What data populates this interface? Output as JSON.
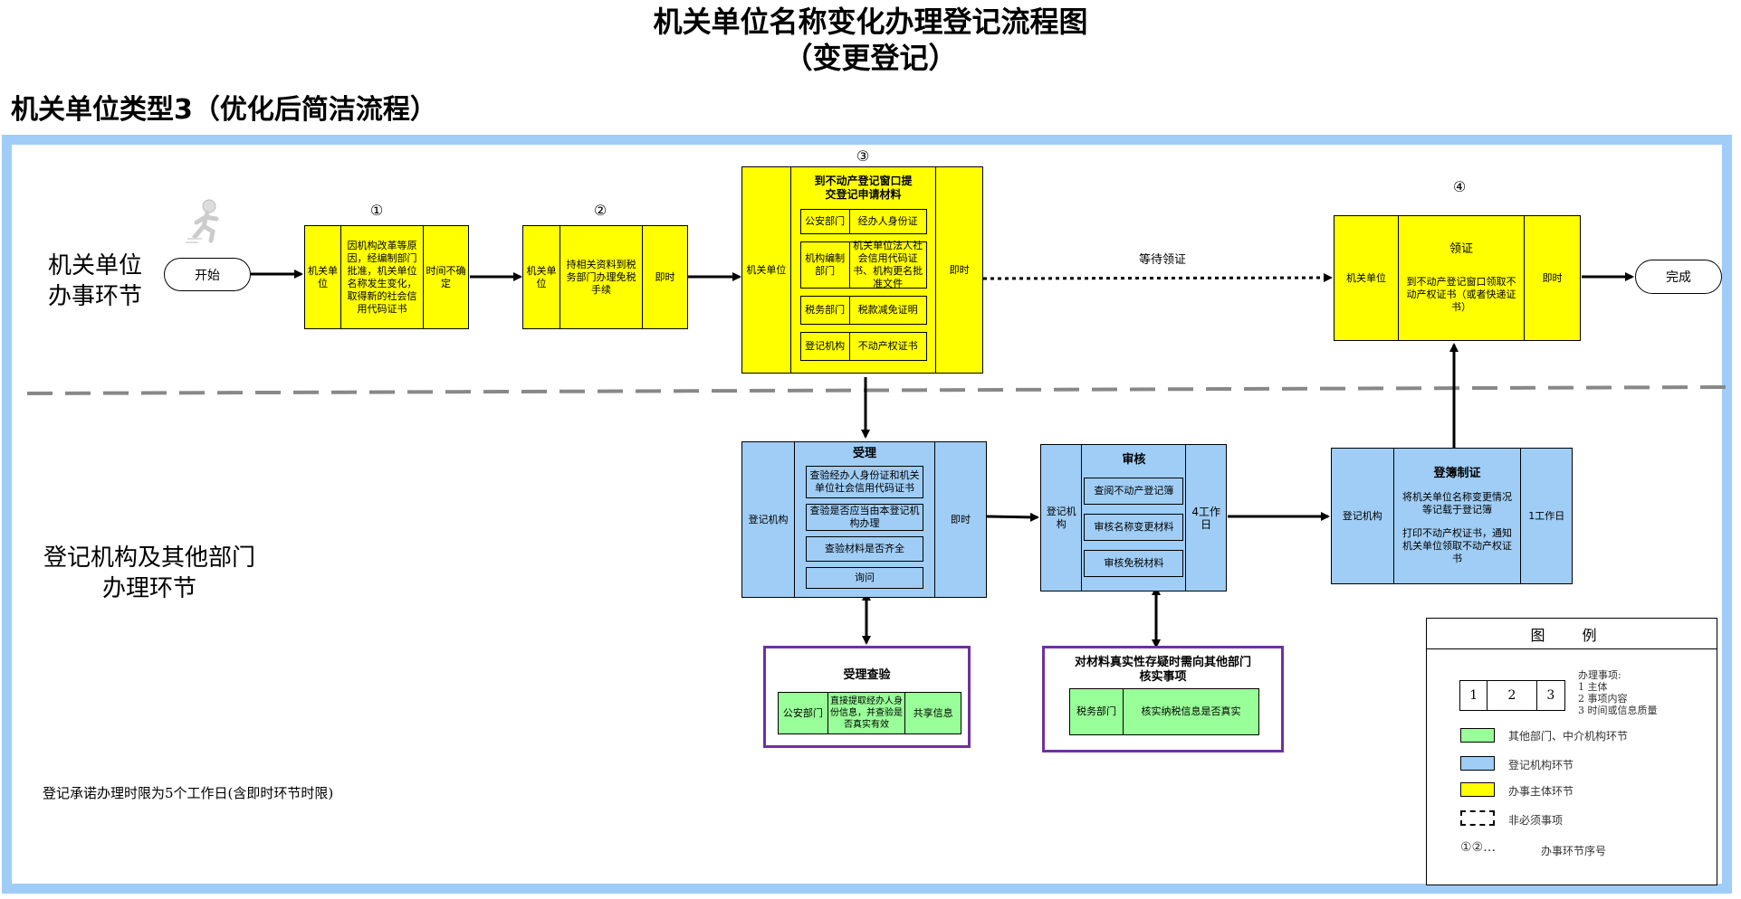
{
  "title": {
    "line1": "机关单位名称变化办理登记流程图",
    "line2": "（变更登记）"
  },
  "heading": "机关单位类型3（优化后简洁流程）",
  "lanes": {
    "top": [
      "机关单位",
      "办事环节"
    ],
    "bottom": [
      "登记机构及其他部门",
      "办理环节"
    ]
  },
  "start": "开始",
  "finish": "完成",
  "steps": {
    "s1": {
      "num": "①",
      "subject": "机关单位",
      "content": "因机构改革等原因，经编制部门批准，机关单位名称发生变化，取得新的社会信用代码证书",
      "time": "时间不确定"
    },
    "s2": {
      "num": "②",
      "subject": "机关单位",
      "content": "持相关资料到税务部门办理免税手续",
      "time": "即时"
    },
    "s3": {
      "num": "③",
      "subject": "机关单位",
      "title": "到不动产登记窗口提交登记申请材料",
      "time": "即时",
      "materials": [
        {
          "dept": "公安部门",
          "doc": "经办人身份证"
        },
        {
          "dept": "机构编制部门",
          "doc": "机关单位法人社会信用代码证书、机构更名批准文件"
        },
        {
          "dept": "税务部门",
          "doc": "税款减免证明"
        },
        {
          "dept": "登记机构",
          "doc": "不动产权证书"
        }
      ]
    },
    "s4": {
      "num": "④",
      "subject": "机关单位",
      "title": "领证",
      "content": "到不动产登记窗口领取不动产权证书（或者快递证书）",
      "time": "即时"
    }
  },
  "wait_label": "等待领证",
  "accept": {
    "subject": "登记机构",
    "title": "受理",
    "time": "即时",
    "items": [
      "查验经办人身份证和机关单位社会信用代码证书",
      "查验是否应当由本登记机构办理",
      "查验材料是否齐全",
      "询问"
    ]
  },
  "review": {
    "subject": "登记机构",
    "title": "审核",
    "time": "4工作日",
    "items": [
      "查阅不动产登记簿",
      "审核名称变更材料",
      "审核免税材料"
    ]
  },
  "register": {
    "subject": "登记机构",
    "title": "登簿制证",
    "time": "1工作日",
    "content1": "将机关单位名称变更情况等记载于登记簿",
    "content2": "打印不动产权证书，通知机关单位领取不动产权证书"
  },
  "check1": {
    "title": "受理查验",
    "dept": "公安部门",
    "content": "直接提取经办人身份信息，并查验是否真实有效",
    "note": "共享信息"
  },
  "check2": {
    "title": "对材料真实性存疑时需向其他部门核实事项",
    "dept": "税务部门",
    "content": "核实纳税信息是否真实"
  },
  "footnote": "登记承诺办理时限为5个工作日(含即时环节时限)",
  "legend": {
    "title": "图 例",
    "sample": [
      "1",
      "2",
      "3"
    ],
    "sample_desc": [
      "办理事项:",
      "1 主体",
      "2 事项内容",
      "3 时间或信息质量"
    ],
    "items": [
      {
        "label": "其他部门、中介机构环节",
        "color": "#99ff99"
      },
      {
        "label": "登记机构环节",
        "color": "#9fcdf5"
      },
      {
        "label": "办事主体环节",
        "color": "#ffff00"
      },
      {
        "label": "非必须事项",
        "color": "dashed"
      },
      {
        "label": "办事环节序号",
        "glyph": "①②…"
      }
    ]
  },
  "colors": {
    "frame": "#9fcdf7",
    "yellow": "#ffff00",
    "blue": "#9fcdf5",
    "green": "#99ff99",
    "purple": "#7030a0"
  }
}
